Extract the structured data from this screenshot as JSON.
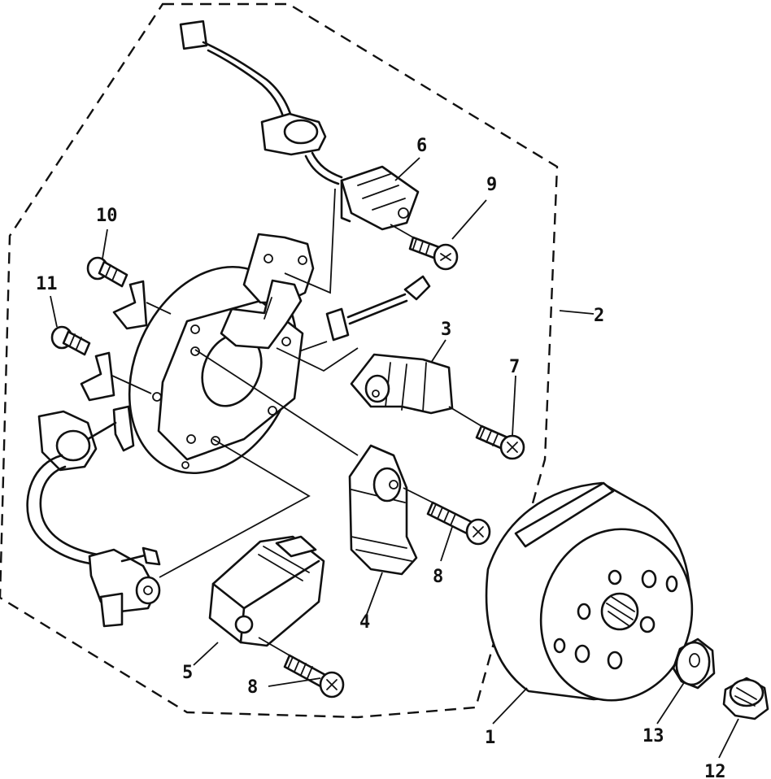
{
  "callouts": {
    "c1": "1",
    "c2": "2",
    "c3": "3",
    "c4": "4",
    "c5": "5",
    "c6": "6",
    "c7": "7",
    "c8a": "8",
    "c8b": "8",
    "c9": "9",
    "c10": "10",
    "c11": "11",
    "c12": "12",
    "c13": "13"
  }
}
